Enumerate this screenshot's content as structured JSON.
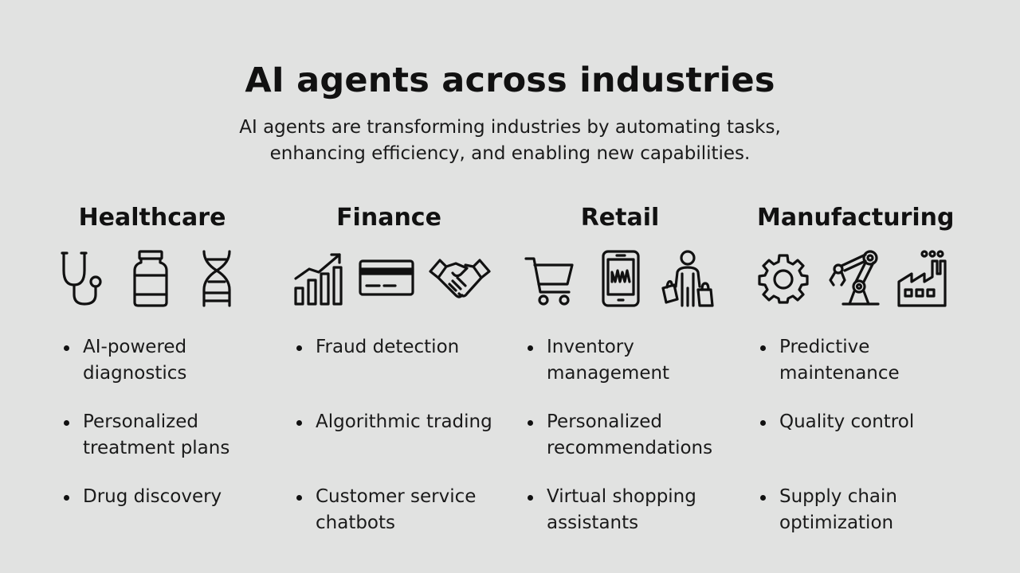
{
  "title": "AI agents across industries",
  "subtitle_lines": [
    "AI agents are transforming industries by automating tasks,",
    "enhancing efficiency, and enabling new capabilities."
  ],
  "columns": [
    {
      "heading": "Healthcare",
      "icons": [
        "stethoscope-icon",
        "pill-bottle-icon",
        "dna-icon"
      ],
      "items": [
        "AI-powered diagnostics",
        "Personalized treatment plans",
        "Drug discovery"
      ]
    },
    {
      "heading": "Finance",
      "icons": [
        "growth-chart-icon",
        "credit-card-icon",
        "handshake-icon"
      ],
      "items": [
        "Fraud detection",
        "Algorithmic trading",
        "Customer service chatbots"
      ]
    },
    {
      "heading": "Retail",
      "icons": [
        "shopping-cart-icon",
        "smartphone-icon",
        "shopper-icon"
      ],
      "items": [
        "Inventory management",
        "Personalized recommendations",
        "Virtual shopping assistants"
      ]
    },
    {
      "heading": "Manufacturing",
      "icons": [
        "gear-icon",
        "robot-arm-icon",
        "factory-icon"
      ],
      "items": [
        "Predictive maintenance",
        "Quality control",
        "Supply chain optimization"
      ]
    }
  ]
}
